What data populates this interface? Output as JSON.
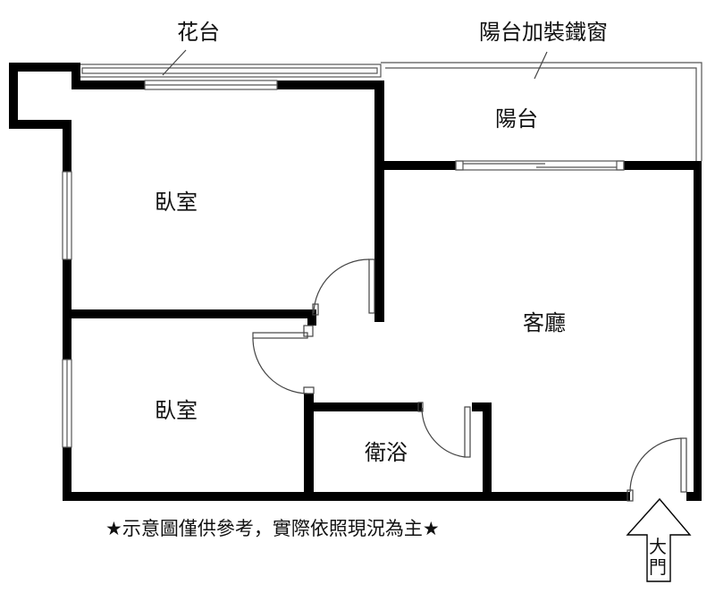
{
  "labels": {
    "planter": "花台",
    "balcony_window": "陽台加裝鐵窗",
    "balcony": "陽台",
    "bedroom_1": "臥室",
    "bedroom_2": "臥室",
    "living_room": "客廳",
    "bathroom": "衛浴",
    "disclaimer": "★示意圖僅供參考，實際依照現況為主★",
    "main_door_1": "大",
    "main_door_2": "門"
  },
  "colors": {
    "wall": "#000000",
    "line": "#555555",
    "background": "#ffffff"
  }
}
